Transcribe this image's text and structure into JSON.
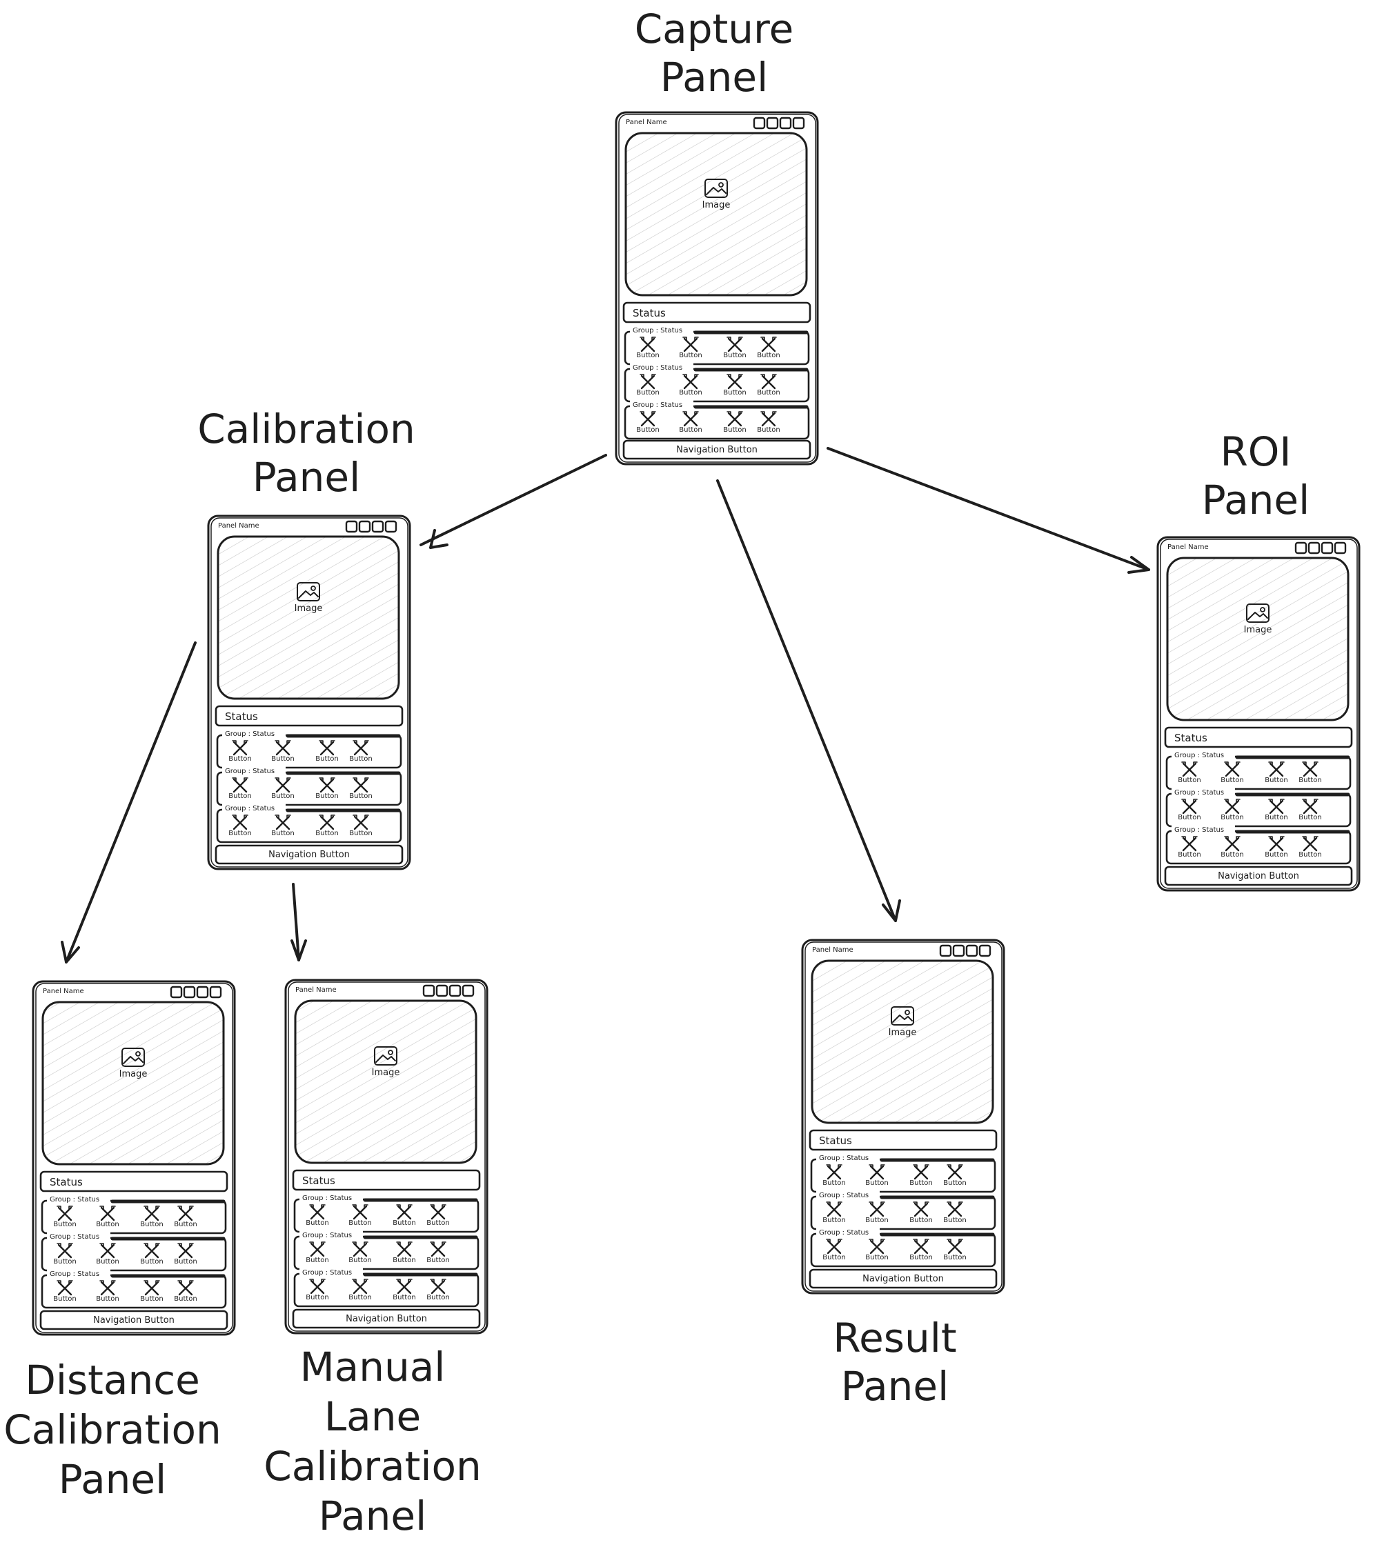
{
  "colors": {
    "ink": "#1e1e1e",
    "paper": "#ffffff",
    "hatch": "#c8c8c8",
    "image_fill": "#f4f4f4"
  },
  "mockup": {
    "panel_name": "Panel Name",
    "image_label": "Image",
    "image_icon": "image-icon",
    "status_label": "Status",
    "group_label": "Group : Status",
    "button_label": "Button",
    "button_icon": "tool-icon",
    "navigation_label": "Navigation Button"
  },
  "panels": [
    {
      "id": "capture",
      "title": [
        "Capture",
        "Panel"
      ]
    },
    {
      "id": "calibration",
      "title": [
        "Calibration",
        "Panel"
      ]
    },
    {
      "id": "roi",
      "title": [
        "ROI",
        "Panel"
      ]
    },
    {
      "id": "result",
      "title": [
        "Result",
        "Panel"
      ]
    },
    {
      "id": "distance",
      "title": [
        "Distance",
        "Calibration",
        "Panel"
      ]
    },
    {
      "id": "manual-lane",
      "title": [
        "Manual",
        "Lane",
        "Calibration",
        "Panel"
      ]
    }
  ],
  "edges": [
    {
      "from": "capture",
      "to": "calibration"
    },
    {
      "from": "capture",
      "to": "result"
    },
    {
      "from": "capture",
      "to": "roi"
    },
    {
      "from": "calibration",
      "to": "distance"
    },
    {
      "from": "calibration",
      "to": "manual-lane"
    }
  ]
}
